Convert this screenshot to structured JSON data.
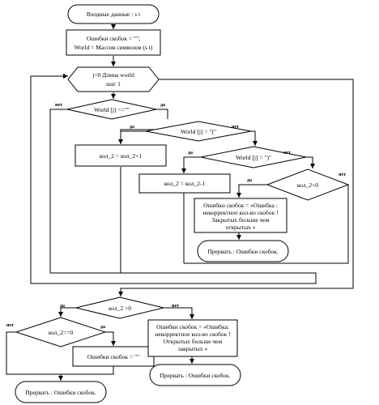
{
  "nodes": {
    "start": "Входные данные : s t",
    "init_1": "Ошибки  скобок   = \"\";",
    "init_2": "World = Массив символов (s t)",
    "loop_1": "j=0  Длина world",
    "loop_2": "шаг 1",
    "d1": "World [j] ==\"\"",
    "d2": "World [j] = \"(\"",
    "a1": "кол_2 = кол_2+1",
    "d3": "World [j] = \")\"",
    "a2": "кол_2 = кол_2-1",
    "d4": "кол_2<0",
    "err1_1": "Ошибки  скобок  = «Ошибка :",
    "err1_2": "некорректное кол-во скобок !",
    "err1_3": "Закрытых больше чем",
    "err1_4": "открытых »",
    "end1": "Прервать : Ошибки  скобок.",
    "d5": "кол_2 >0",
    "d6": "кол_2==0",
    "a3": "Ошибки  скобок  = \"\"",
    "err2_1": "Ошибки  скобок  = «Ошибка:",
    "err2_2": "некорректное кол-во скобок !",
    "err2_3": "Открытых больше чем",
    "err2_4": "закрытых »",
    "end2": "Прервать : Ошибки  скобок.",
    "end3": "Прервать : Ошибки  скобок."
  },
  "labels": {
    "yes": "да",
    "no": "нет"
  }
}
